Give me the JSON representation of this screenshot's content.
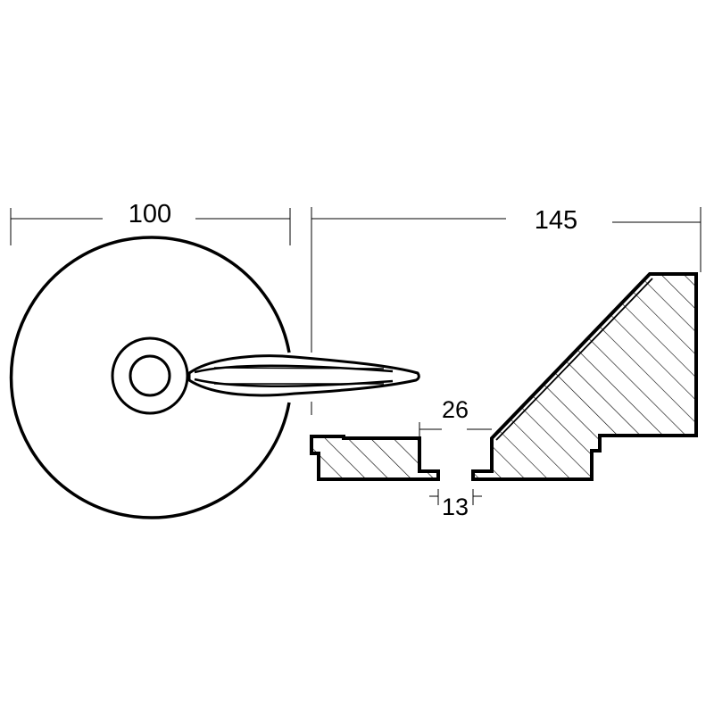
{
  "drawing": {
    "type": "technical-drawing",
    "subject": "anode (front view and side section)",
    "line_color": "#000000",
    "background": "#ffffff",
    "dimensions": {
      "front_width": "100",
      "side_length": "145",
      "slot_width": "26",
      "slot_opening": "13"
    }
  }
}
